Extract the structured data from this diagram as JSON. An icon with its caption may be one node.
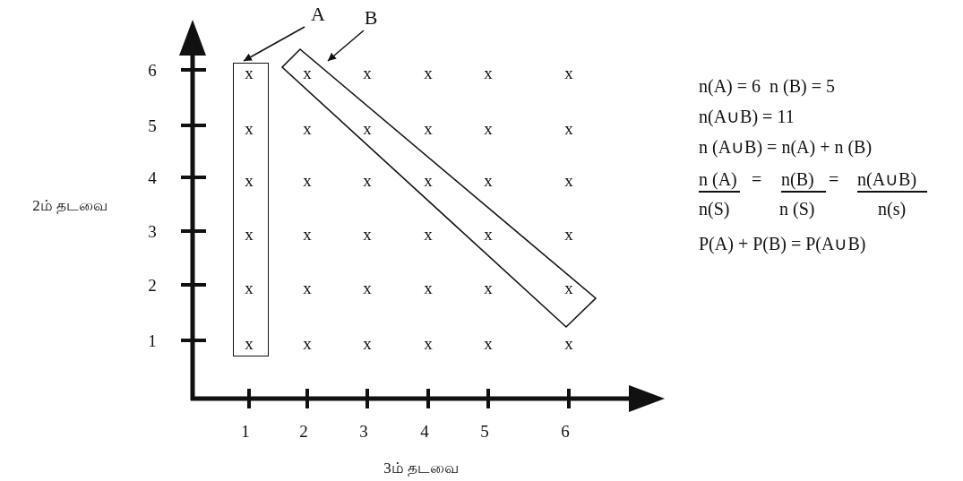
{
  "diagram": {
    "nodes": [
      {
        "text": [
          "A"
        ]
      },
      {
        "text": [
          "B"
        ]
      },
      {
        "text": [],
        "shape": "box"
      },
      {
        "text": [],
        "shape": "box"
      }
    ],
    "edges": [
      {
        "from": 0,
        "to": 2,
        "arrow": "to"
      },
      {
        "from": 1,
        "to": 3,
        "arrow": "to"
      }
    ],
    "labels": [
      "2ம் தடவை",
      "6",
      "5",
      "4",
      "3",
      "2",
      "1",
      "x",
      "x",
      "x",
      "x",
      "x",
      "x",
      "x",
      "x",
      "x",
      "x",
      "x",
      "x",
      "x",
      "x",
      "x",
      "x",
      "x",
      "x",
      "x",
      "x",
      "x",
      "x",
      "x",
      "x",
      "x",
      "x",
      "x",
      "x",
      "x",
      "x",
      "x",
      "x",
      "x",
      "x",
      "x",
      "x",
      "1",
      "2",
      "3",
      "4",
      "5",
      "6",
      "3ம் தடவை",
      "n(A) = 6  n (B) = 5",
      "n(A∪B) = 11",
      "n (A∪B) = n(A) + n (B)",
      "n (A)",
      "=",
      "n(B)",
      "=",
      "n(A∪B)",
      "n(S)",
      "n (S)",
      "n(s)",
      "P(A) + P(B) = P(A∪B)"
    ]
  }
}
